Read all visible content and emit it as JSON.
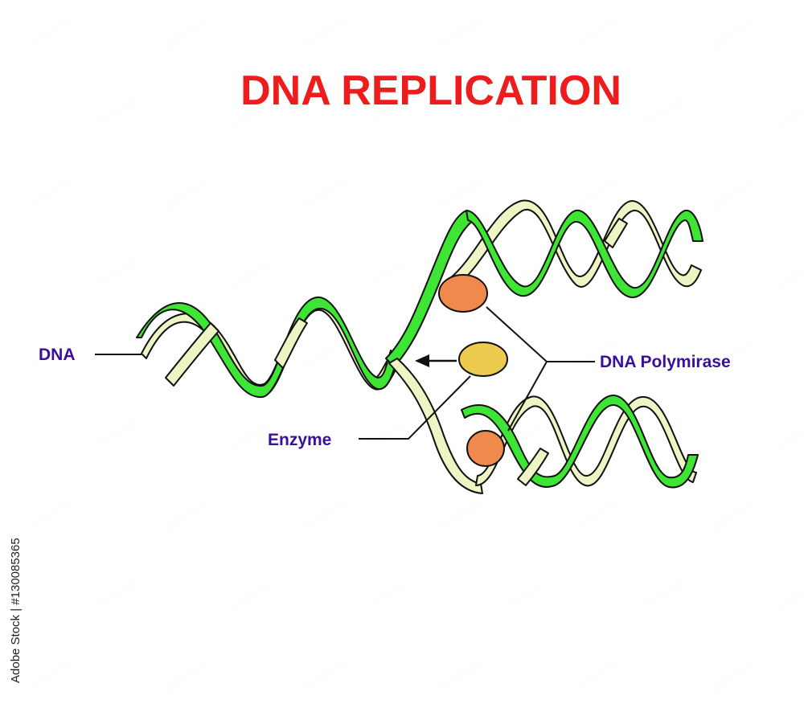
{
  "title": "DNA REPLICATION",
  "labels": {
    "dna": "DNA",
    "polymerase": "DNA Polymirase",
    "enzyme": "Enzyme"
  },
  "stock_id": "Adobe Stock | #130085365",
  "colors": {
    "title": "#ee1c1c",
    "label": "#3a0fa0",
    "strand_green": "#3fe535",
    "strand_pale": "#eef5c4",
    "outline": "#111111",
    "polymerase_fill": "#ef8a4c",
    "enzyme_fill": "#eccb4e",
    "background": "#ffffff"
  }
}
